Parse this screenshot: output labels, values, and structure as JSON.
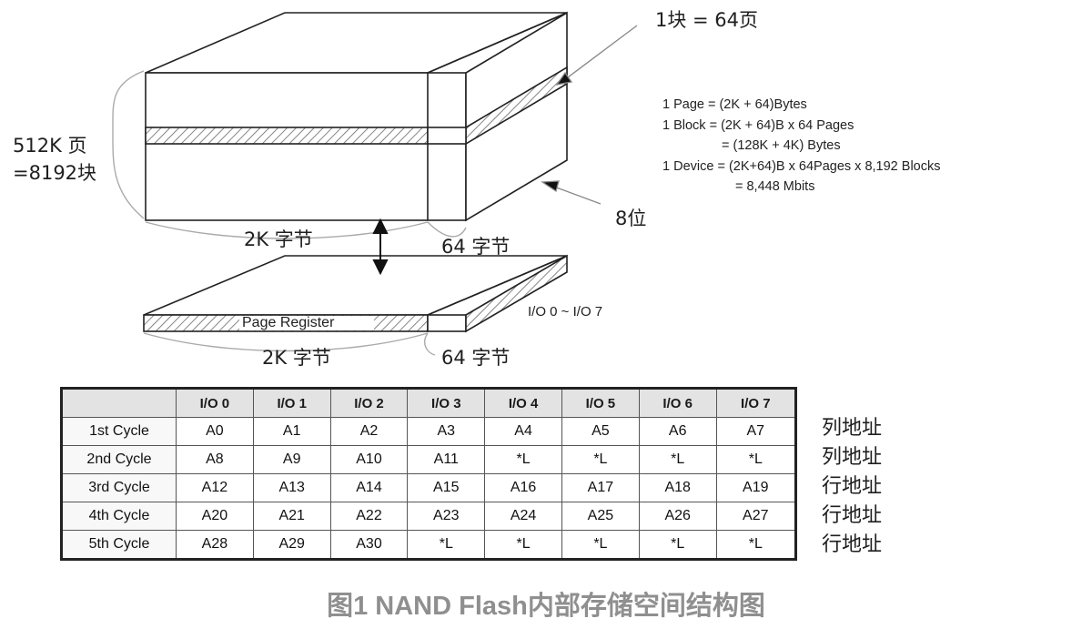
{
  "labels": {
    "block_pages": "1块 = 64页",
    "pages_count": "512K 页",
    "blocks_count": "=8192块",
    "width_bits": "8位",
    "bytes_2k_top": "2K 字节",
    "bytes_64_top": "64 字节",
    "page_register": "Page Register",
    "io_range": "I/O 0 ~ I/O 7",
    "bytes_2k_bottom": "2K 字节",
    "bytes_64_bottom": "64 字节"
  },
  "spec_lines": [
    "1 Page = (2K + 64)Bytes",
    "1 Block = (2K + 64)B x 64 Pages",
    "= (128K + 4K) Bytes",
    "1 Device = (2K+64)B x 64Pages x 8,192 Blocks",
    "= 8,448 Mbits"
  ],
  "table": {
    "headers": [
      "",
      "I/O 0",
      "I/O 1",
      "I/O 2",
      "I/O 3",
      "I/O 4",
      "I/O 5",
      "I/O 6",
      "I/O 7"
    ],
    "rows": [
      [
        "1st Cycle",
        "A0",
        "A1",
        "A2",
        "A3",
        "A4",
        "A5",
        "A6",
        "A7"
      ],
      [
        "2nd Cycle",
        "A8",
        "A9",
        "A10",
        "A11",
        "*L",
        "*L",
        "*L",
        "*L"
      ],
      [
        "3rd Cycle",
        "A12",
        "A13",
        "A14",
        "A15",
        "A16",
        "A17",
        "A18",
        "A19"
      ],
      [
        "4th Cycle",
        "A20",
        "A21",
        "A22",
        "A23",
        "A24",
        "A25",
        "A26",
        "A27"
      ],
      [
        "5th Cycle",
        "A28",
        "A29",
        "A30",
        "*L",
        "*L",
        "*L",
        "*L",
        "*L"
      ]
    ],
    "row_notes": [
      "列地址",
      "列地址",
      "行地址",
      "行地址",
      "行地址"
    ]
  },
  "caption": "图1 NAND Flash内部存储空间结构图"
}
